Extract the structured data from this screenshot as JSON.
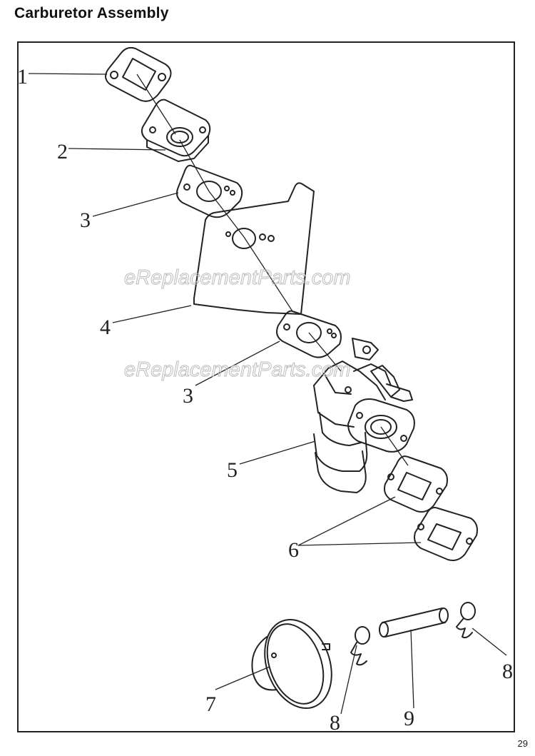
{
  "page": {
    "title": "Carburetor Assembly",
    "page_number": "29"
  },
  "watermark": "eReplacementParts.com",
  "callouts": [
    "1",
    "2",
    "3",
    "4",
    "3",
    "5",
    "6",
    "8",
    "7",
    "8",
    "9"
  ]
}
